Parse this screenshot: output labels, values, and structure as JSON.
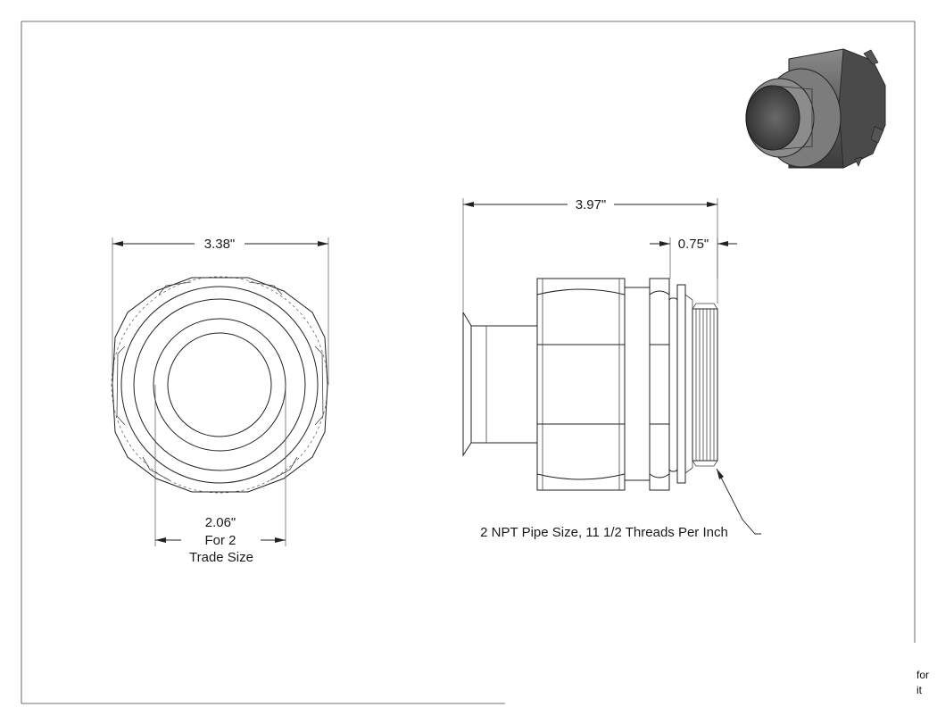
{
  "dimensions": {
    "overall_diameter": "3.38\"",
    "inner_diameter": "2.06\"",
    "trade_size_line1": "For 2",
    "trade_size_line2": "Trade Size",
    "overall_length": "3.97\"",
    "thread_length": "0.75\""
  },
  "thread_callout": "2 NPT Pipe Size, 11 1/2 Threads Per Inch",
  "corner_note": {
    "line1": "for",
    "line2": "it"
  }
}
